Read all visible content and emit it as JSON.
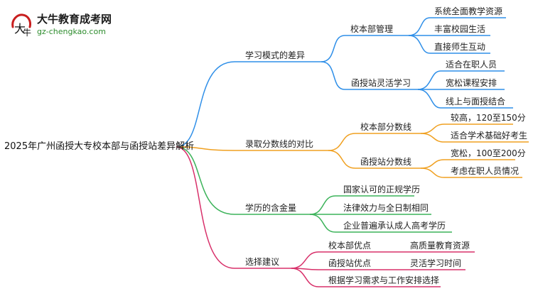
{
  "logo": {
    "brand": "大牛教育成考网",
    "url": "gz-chengkao.com"
  },
  "root": "2025年广州函授大专校本部与函授站差异解析",
  "colors": {
    "blue": "#2f8fe8",
    "orange": "#f0a020",
    "green": "#3cb35a",
    "red": "#d8306a",
    "pink": "#e0308a"
  },
  "branches": [
    {
      "label": "学习模式的差异",
      "children": [
        {
          "label": "校本部管理",
          "children": [
            "系统全面教学资源",
            "丰富校园生活",
            "直接师生互动"
          ]
        },
        {
          "label": "函授站灵活学习",
          "children": [
            "适合在职人员",
            "宽松课程安排",
            "线上与面授结合"
          ]
        }
      ]
    },
    {
      "label": "录取分数线的对比",
      "children": [
        {
          "label": "校本部分数线",
          "children": [
            "较高，120至150分",
            "适合学术基础好考生"
          ]
        },
        {
          "label": "函授站分数线",
          "children": [
            "宽松，100至200分",
            "考虑在职人员情况"
          ]
        }
      ]
    },
    {
      "label": "学历的含金量",
      "children": [
        {
          "label": "国家认可的正规学历"
        },
        {
          "label": "法律效力与全日制相同"
        },
        {
          "label": "企业普遍承认成人高考学历"
        }
      ]
    },
    {
      "label": "选择建议",
      "children": [
        {
          "label": "校本部优点",
          "children": [
            "高质量教育资源"
          ]
        },
        {
          "label": "函授站优点",
          "children": [
            "灵活学习时间"
          ]
        },
        {
          "label": "根据学习需求与工作安排选择"
        }
      ]
    }
  ]
}
